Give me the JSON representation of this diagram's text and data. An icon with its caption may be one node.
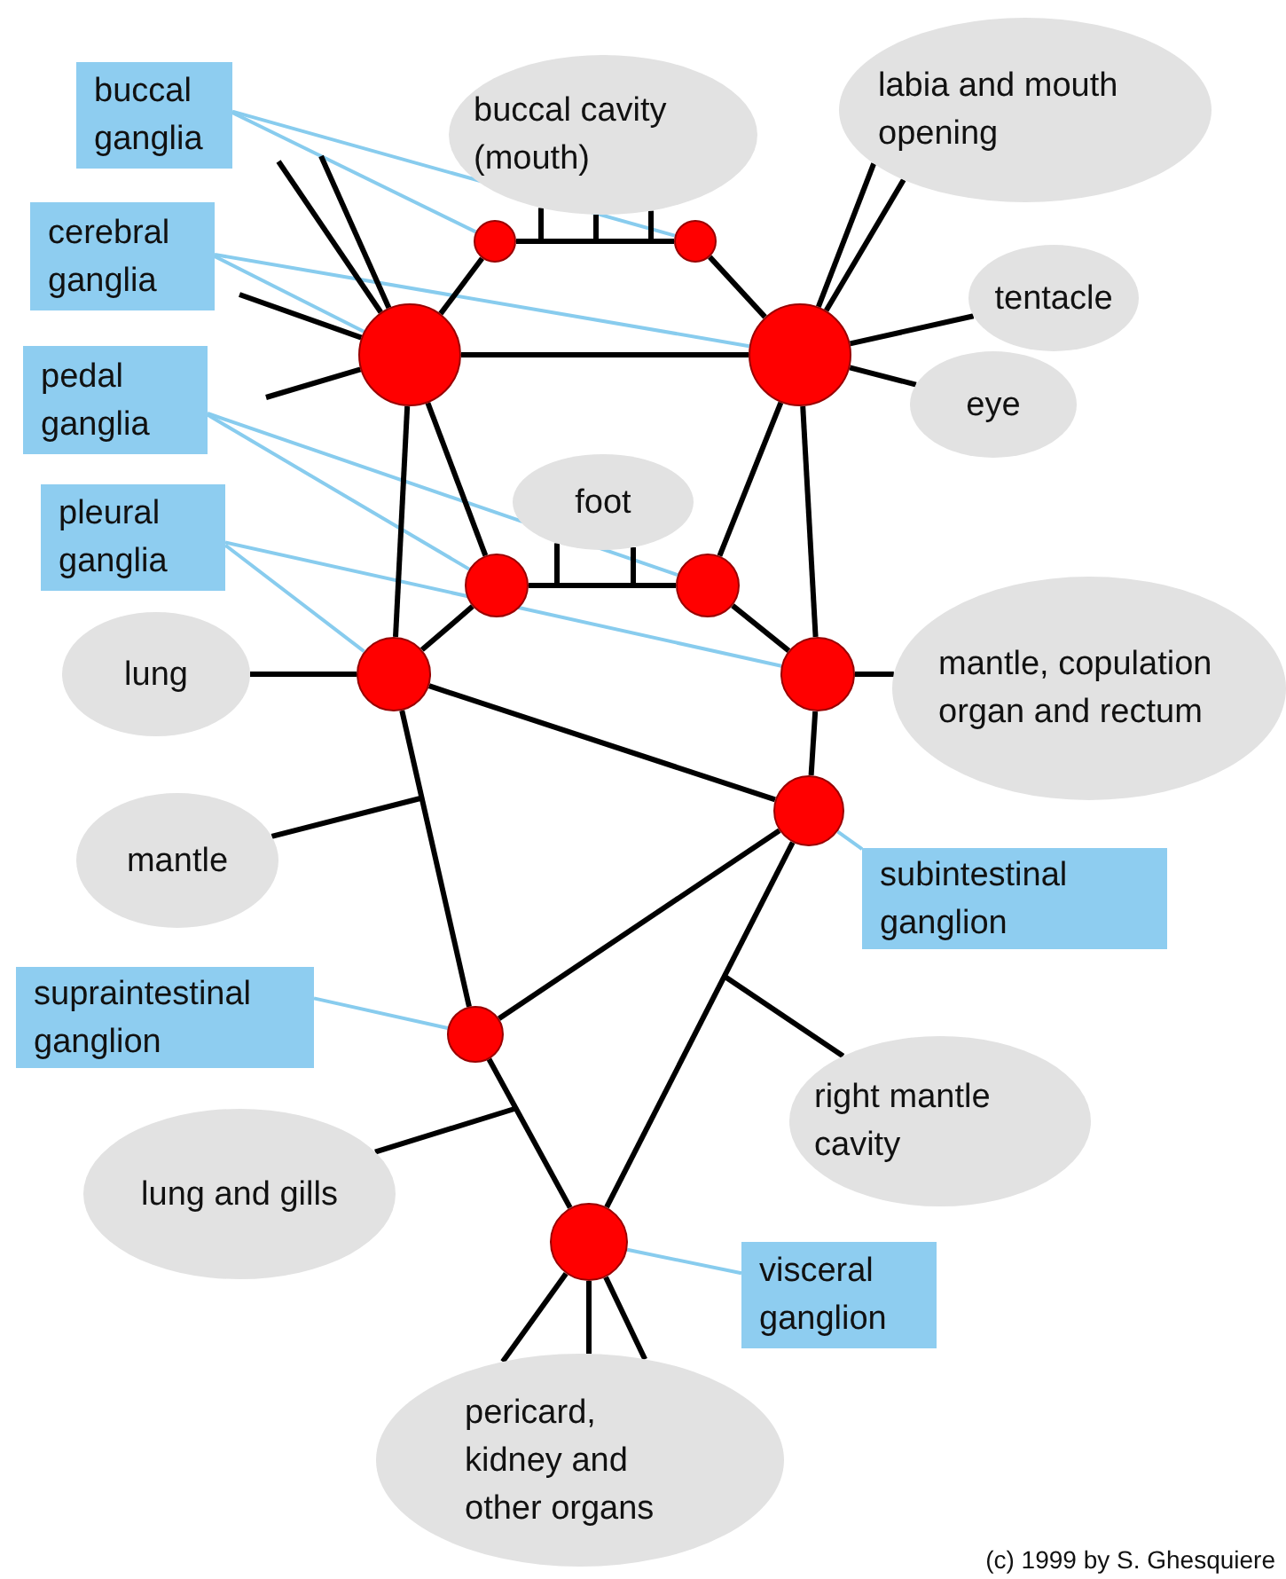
{
  "diagram": {
    "nodes": [
      {
        "text": [
          "buccal ganglia"
        ]
      },
      {
        "text": [
          "buccal cavity (mouth)"
        ]
      },
      {
        "text": [
          "labia and mouth opening"
        ]
      },
      {
        "text": [
          "cerebral ganglia"
        ]
      },
      {
        "text": [
          "tentacle"
        ]
      },
      {
        "text": [
          "eye"
        ]
      },
      {
        "text": [
          "pedal ganglia"
        ]
      },
      {
        "text": [
          "foot"
        ]
      },
      {
        "text": [
          "pleural ganglia"
        ]
      },
      {
        "text": [
          "lung"
        ]
      },
      {
        "text": [
          "mantle, copulation organ and rectum"
        ]
      },
      {
        "text": [
          "mantle"
        ]
      },
      {
        "text": [
          "subintestinal ganglion"
        ]
      },
      {
        "text": [
          "supraintestinal ganglion"
        ]
      },
      {
        "text": [
          "right mantle cavity"
        ]
      },
      {
        "text": [
          "lung and gills"
        ]
      },
      {
        "text": [
          "visceral ganglion"
        ]
      },
      {
        "text": [
          "pericard, kidney and other organs"
        ]
      },
      {
        "text": [],
        "shape": "circle"
      },
      {
        "text": [],
        "shape": "circle"
      },
      {
        "text": [],
        "shape": "circle"
      },
      {
        "text": [],
        "shape": "circle"
      },
      {
        "text": [],
        "shape": "circle"
      },
      {
        "text": [],
        "shape": "circle"
      },
      {
        "text": [],
        "shape": "circle"
      },
      {
        "text": [],
        "shape": "circle"
      },
      {
        "text": [],
        "shape": "circle"
      },
      {
        "text": [],
        "shape": "circle"
      },
      {
        "text": [],
        "shape": "circle"
      }
    ],
    "edges": [
      {
        "from": 0,
        "to": 18,
        "arrow": "none",
        "color": "#88ccee"
      },
      {
        "from": 0,
        "to": 19,
        "arrow": "none",
        "color": "#88ccee"
      },
      {
        "from": 3,
        "to": 20,
        "arrow": "none",
        "color": "#88ccee"
      },
      {
        "from": 3,
        "to": 21,
        "arrow": "none",
        "color": "#88ccee"
      },
      {
        "from": 6,
        "to": 22,
        "arrow": "none",
        "color": "#88ccee"
      },
      {
        "from": 6,
        "to": 23,
        "arrow": "none",
        "color": "#88ccee"
      },
      {
        "from": 8,
        "to": 24,
        "arrow": "none",
        "color": "#88ccee"
      },
      {
        "from": 8,
        "to": 25,
        "arrow": "none",
        "color": "#88ccee"
      },
      {
        "from": 12,
        "to": 26,
        "arrow": "none",
        "color": "#88ccee"
      },
      {
        "from": 13,
        "to": 27,
        "arrow": "none",
        "color": "#88ccee"
      },
      {
        "from": 16,
        "to": 28,
        "arrow": "none",
        "color": "#88ccee"
      },
      {
        "from": 18,
        "to": 19,
        "arrow": "none"
      },
      {
        "from": 18,
        "to": 20,
        "arrow": "none"
      },
      {
        "from": 19,
        "to": 21,
        "arrow": "none"
      },
      {
        "from": 20,
        "to": 21,
        "arrow": "none"
      },
      {
        "from": 20,
        "to": 22,
        "arrow": "none"
      },
      {
        "from": 20,
        "to": 24,
        "arrow": "none"
      },
      {
        "from": 21,
        "to": 23,
        "arrow": "none"
      },
      {
        "from": 21,
        "to": 25,
        "arrow": "none"
      },
      {
        "from": 22,
        "to": 23,
        "arrow": "none"
      },
      {
        "from": 22,
        "to": 24,
        "arrow": "none"
      },
      {
        "from": 23,
        "to": 25,
        "arrow": "none"
      },
      {
        "from": 24,
        "to": 26,
        "arrow": "none"
      },
      {
        "from": 25,
        "to": 26,
        "arrow": "none"
      },
      {
        "from": 24,
        "to": 27,
        "arrow": "none"
      },
      {
        "from": 26,
        "to": 27,
        "arrow": "none"
      },
      {
        "from": 26,
        "to": 28,
        "arrow": "none"
      },
      {
        "from": 27,
        "to": 28,
        "arrow": "none"
      },
      {
        "from": null,
        "to": 1,
        "arrow": "none"
      },
      {
        "from": null,
        "to": 1,
        "arrow": "none"
      },
      {
        "from": null,
        "to": 1,
        "arrow": "none"
      },
      {
        "from": null,
        "to": 7,
        "arrow": "none"
      },
      {
        "from": null,
        "to": 7,
        "arrow": "none"
      },
      {
        "from": 20,
        "to": null,
        "arrow": "none"
      },
      {
        "from": 20,
        "to": null,
        "arrow": "none"
      },
      {
        "from": 20,
        "to": null,
        "arrow": "none"
      },
      {
        "from": 20,
        "to": null,
        "arrow": "none"
      },
      {
        "from": 21,
        "to": 2,
        "arrow": "none"
      },
      {
        "from": 21,
        "to": 2,
        "arrow": "none"
      },
      {
        "from": 21,
        "to": 4,
        "arrow": "none"
      },
      {
        "from": 21,
        "to": 5,
        "arrow": "none"
      },
      {
        "from": 24,
        "to": 9,
        "arrow": "none"
      },
      {
        "from": 25,
        "to": 10,
        "arrow": "none"
      },
      {
        "from": 11,
        "to": null,
        "arrow": "none"
      },
      {
        "from": 15,
        "to": null,
        "arrow": "none"
      },
      {
        "from": 14,
        "to": null,
        "arrow": "none"
      },
      {
        "from": 28,
        "to": 17,
        "arrow": "none"
      },
      {
        "from": 28,
        "to": 17,
        "arrow": "none"
      },
      {
        "from": 28,
        "to": 17,
        "arrow": "none"
      }
    ],
    "labels": [
      "(c) 1999 by S. Ghesquiere"
    ]
  }
}
